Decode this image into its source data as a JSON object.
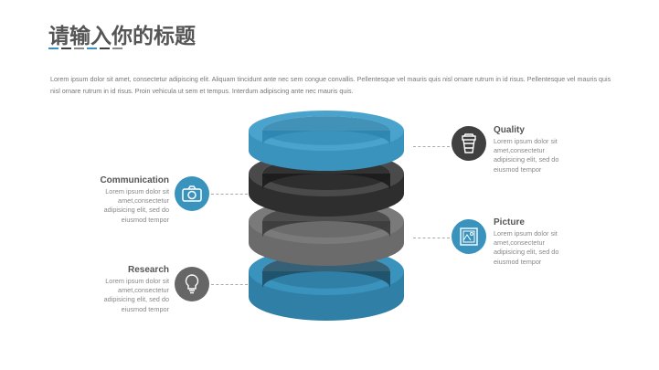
{
  "header": {
    "title": "请输入你的标题",
    "intro": "Lorem ipsum dolor sit amet, consectetur adipiscing elit. Aliquam tincidunt ante nec sem congue convallis. Pellentesque vel mauris quis nisl ornare rutrum in id risus. Pellentesque vel mauris quis nisl ornare rutrum in id risus. Proin vehicula ut sem et tempus. Interdum adipiscing ante nec mauris quis."
  },
  "colors": {
    "blue": "#3a93bd",
    "dark": "#404040",
    "gray": "#6b6b6b"
  },
  "items": [
    {
      "title": "Communication",
      "text": "Lorem ipsum dolor sit amet,consectetur adipisicing elit, sed do eiusmod tempor",
      "icon": "camera-icon"
    },
    {
      "title": "Research",
      "text": "Lorem ipsum dolor sit amet,consectetur adipisicing elit, sed do eiusmod tempor",
      "icon": "lightbulb-icon"
    },
    {
      "title": "Quality",
      "text": "Lorem ipsum dolor sit amet,consectetur adipisicing elit, sed do eiusmod tempor",
      "icon": "cup-icon"
    },
    {
      "title": "Picture",
      "text": "Lorem ipsum dolor sit amet,consectetur adipisicing elit, sed do eiusmod tempor",
      "icon": "picture-icon"
    }
  ]
}
